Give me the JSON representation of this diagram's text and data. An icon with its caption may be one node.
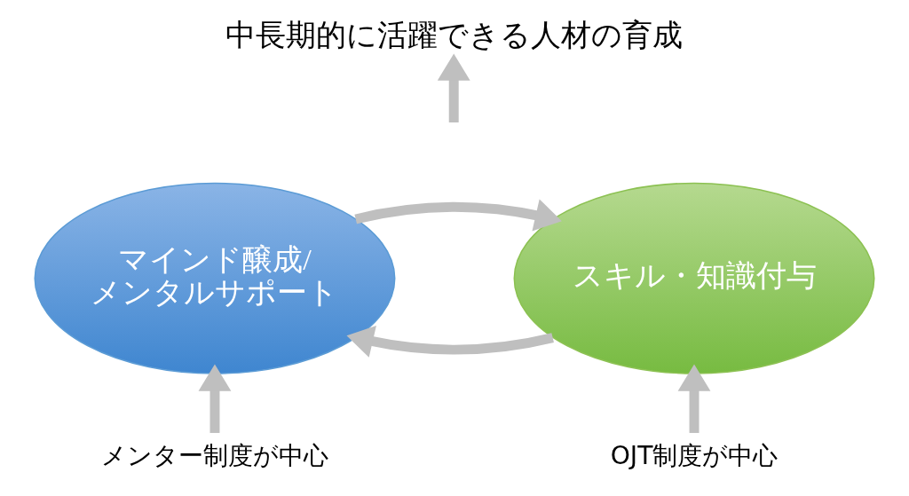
{
  "diagram": {
    "nodes": [
      {
        "text": [
          "中長期的に活躍できる人材の育成"
        ]
      },
      {
        "text": [
          "マインド醸成/ メンタルサポート"
        ]
      },
      {
        "text": [
          "スキル・知識付与"
        ]
      },
      {
        "text": [
          "メンター制度が中心"
        ]
      },
      {
        "text": [
          "OJT制度が中心"
        ]
      }
    ],
    "edges": [
      {
        "from": null,
        "to": 0,
        "arrow": "to"
      },
      {
        "from": 1,
        "to": 2,
        "arrow": "to"
      },
      {
        "from": 2,
        "to": 1,
        "arrow": "to"
      },
      {
        "from": 3,
        "to": 1,
        "arrow": "to"
      },
      {
        "from": 4,
        "to": 2,
        "arrow": "to"
      }
    ]
  }
}
